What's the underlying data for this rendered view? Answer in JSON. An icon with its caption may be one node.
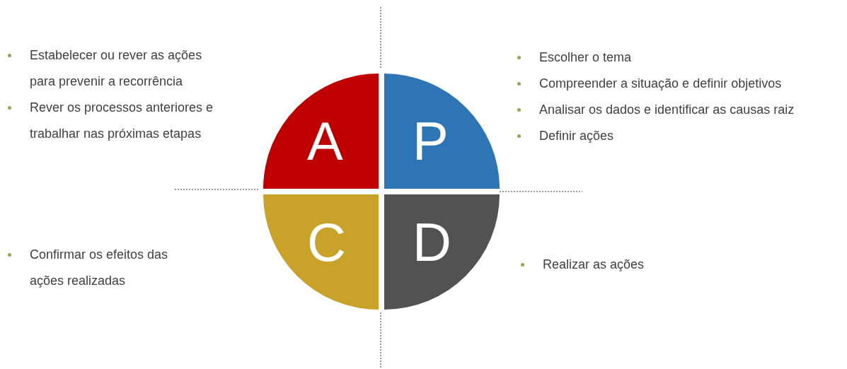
{
  "diagram": {
    "nodes": [
      {
        "text": [
          "A"
        ]
      },
      {
        "text": [
          "P"
        ]
      },
      {
        "text": [
          "C"
        ]
      },
      {
        "text": [
          "D"
        ]
      }
    ],
    "labels": [
      "Estabelecer ou rever as ações para prevenir a recorrência",
      "Rever os processos anteriores e trabalhar nas próximas etapas",
      "Escolher o tema",
      "Compreender a situação e definir objetivos",
      "Analisar os dados e identificar as causas raiz",
      "Definir ações",
      "Confirmar os efeitos das ações realizadas",
      "Realizar as ações"
    ]
  }
}
